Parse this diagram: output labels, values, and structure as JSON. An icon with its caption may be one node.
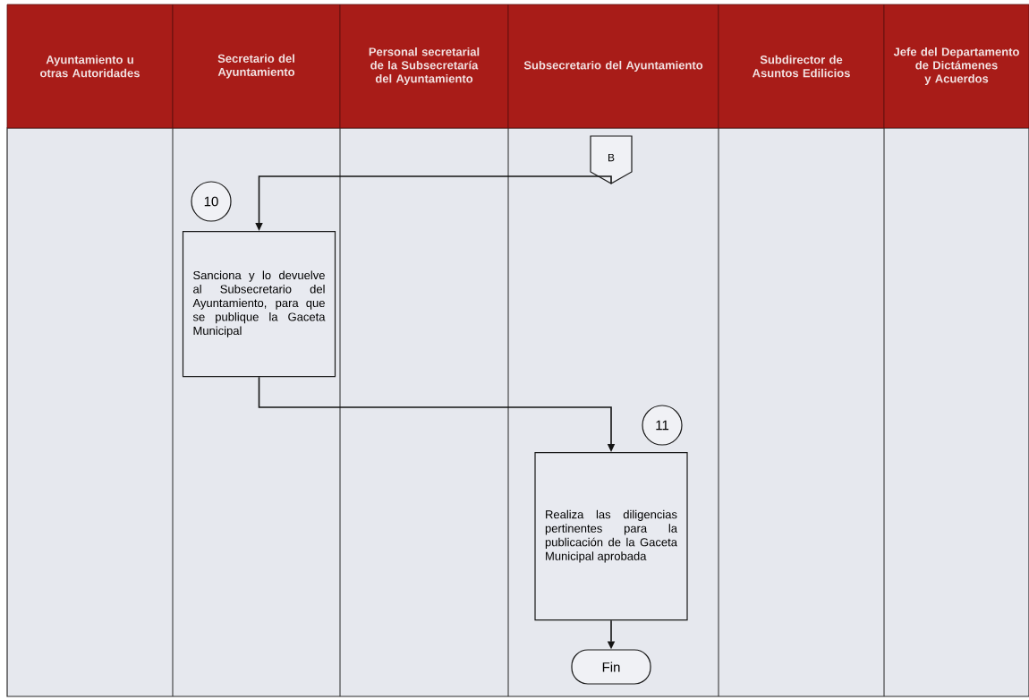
{
  "diagram": {
    "nodes": [
      {
        "text": [
          "Ayuntamiento u otras Autoridades"
        ]
      },
      {
        "text": [
          "Secretario del Ayuntamiento"
        ]
      },
      {
        "text": [
          "Personal secretarial de la Subsecretaría del Ayuntamiento"
        ]
      },
      {
        "text": [
          "Subsecretario del Ayuntamiento"
        ]
      },
      {
        "text": [
          "Subdirector de Asuntos Edilicios"
        ]
      },
      {
        "text": [
          "Jefe del Departamento de Dictámenes y Acuerdos"
        ]
      },
      {
        "text": [
          "B"
        ]
      },
      {
        "text": [
          "10"
        ]
      },
      {
        "text": [
          "Sanciona y lo devuelve al Subsecretario del Ayuntamiento, para que se publique la Gaceta Municipal"
        ]
      },
      {
        "text": [
          "11"
        ]
      },
      {
        "text": [
          "Realiza las diligencias pertinentes para la publicación de la Gaceta Municipal aprobada"
        ]
      },
      {
        "text": [
          "Fin"
        ]
      }
    ],
    "edges": [
      {
        "from": 6,
        "to": 8,
        "arrow": "to"
      },
      {
        "from": 8,
        "to": 10,
        "arrow": "to"
      },
      {
        "from": 10,
        "to": 11,
        "arrow": "to"
      }
    ]
  }
}
